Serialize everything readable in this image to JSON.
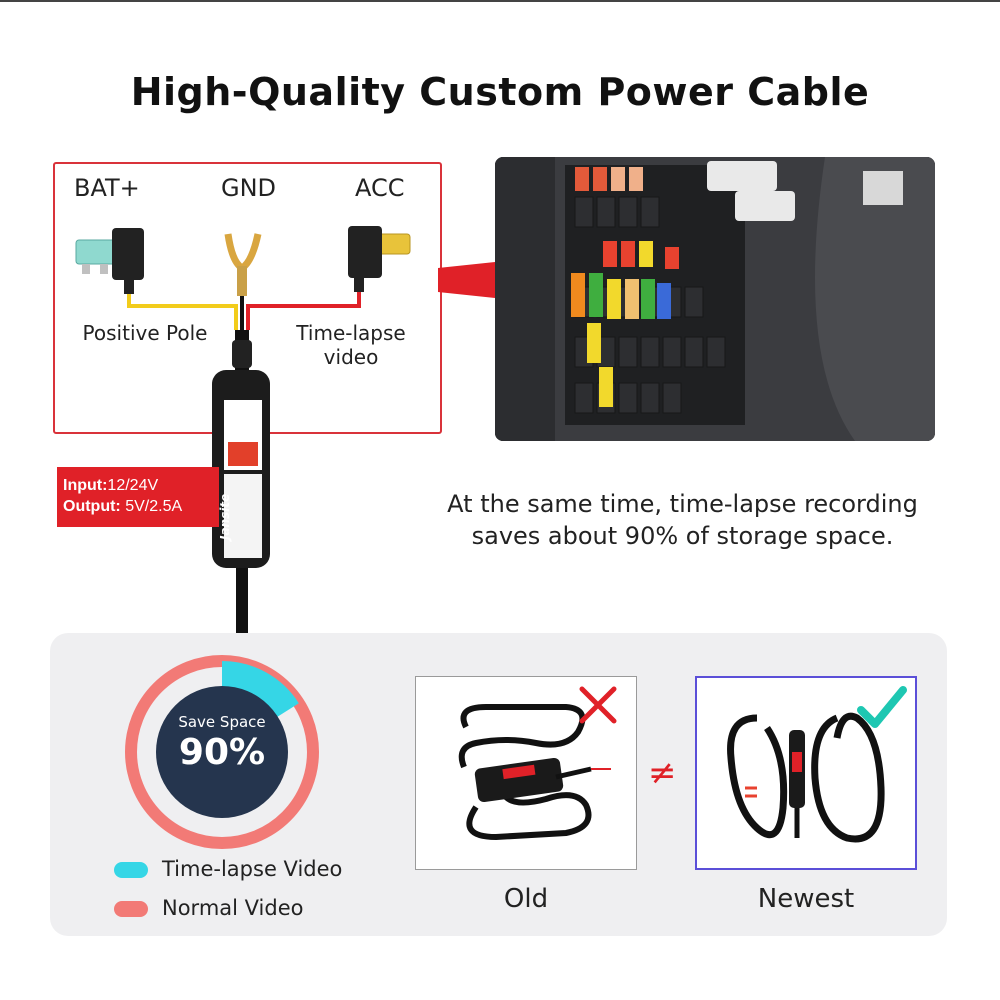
{
  "title": "High-Quality Custom Power Cable",
  "wiring": {
    "terminals": [
      "BAT+",
      "GND",
      "ACC"
    ],
    "labels": {
      "positive_pole": "Positive Pole",
      "timelapse_line1": "Time-lapse",
      "timelapse_line2": "video"
    },
    "module_brand": "Jansite"
  },
  "specs": {
    "input_key": "Input:",
    "input_value": "12/24V",
    "output_key": "Output:",
    "output_value": "5V/2.5A"
  },
  "caption": {
    "line1": "At the same time, time-lapse recording",
    "line2": "saves about 90% of storage space."
  },
  "savings": {
    "label": "Save Space",
    "percent_text": "90%",
    "timelapse_share": 0.1
  },
  "legend": [
    {
      "label": "Time-lapse Video",
      "color": "#35d6e6"
    },
    {
      "label": "Normal Video",
      "color": "#f27a76"
    }
  ],
  "comparison": {
    "old_label": "Old",
    "new_label": "Newest",
    "neq_symbol": "≠",
    "cross_color": "#e02128",
    "check_color": "#1ec7b2"
  },
  "colors": {
    "accent_red": "#e02128",
    "donut_center": "#25354e",
    "new_border": "#5b4fd8"
  }
}
